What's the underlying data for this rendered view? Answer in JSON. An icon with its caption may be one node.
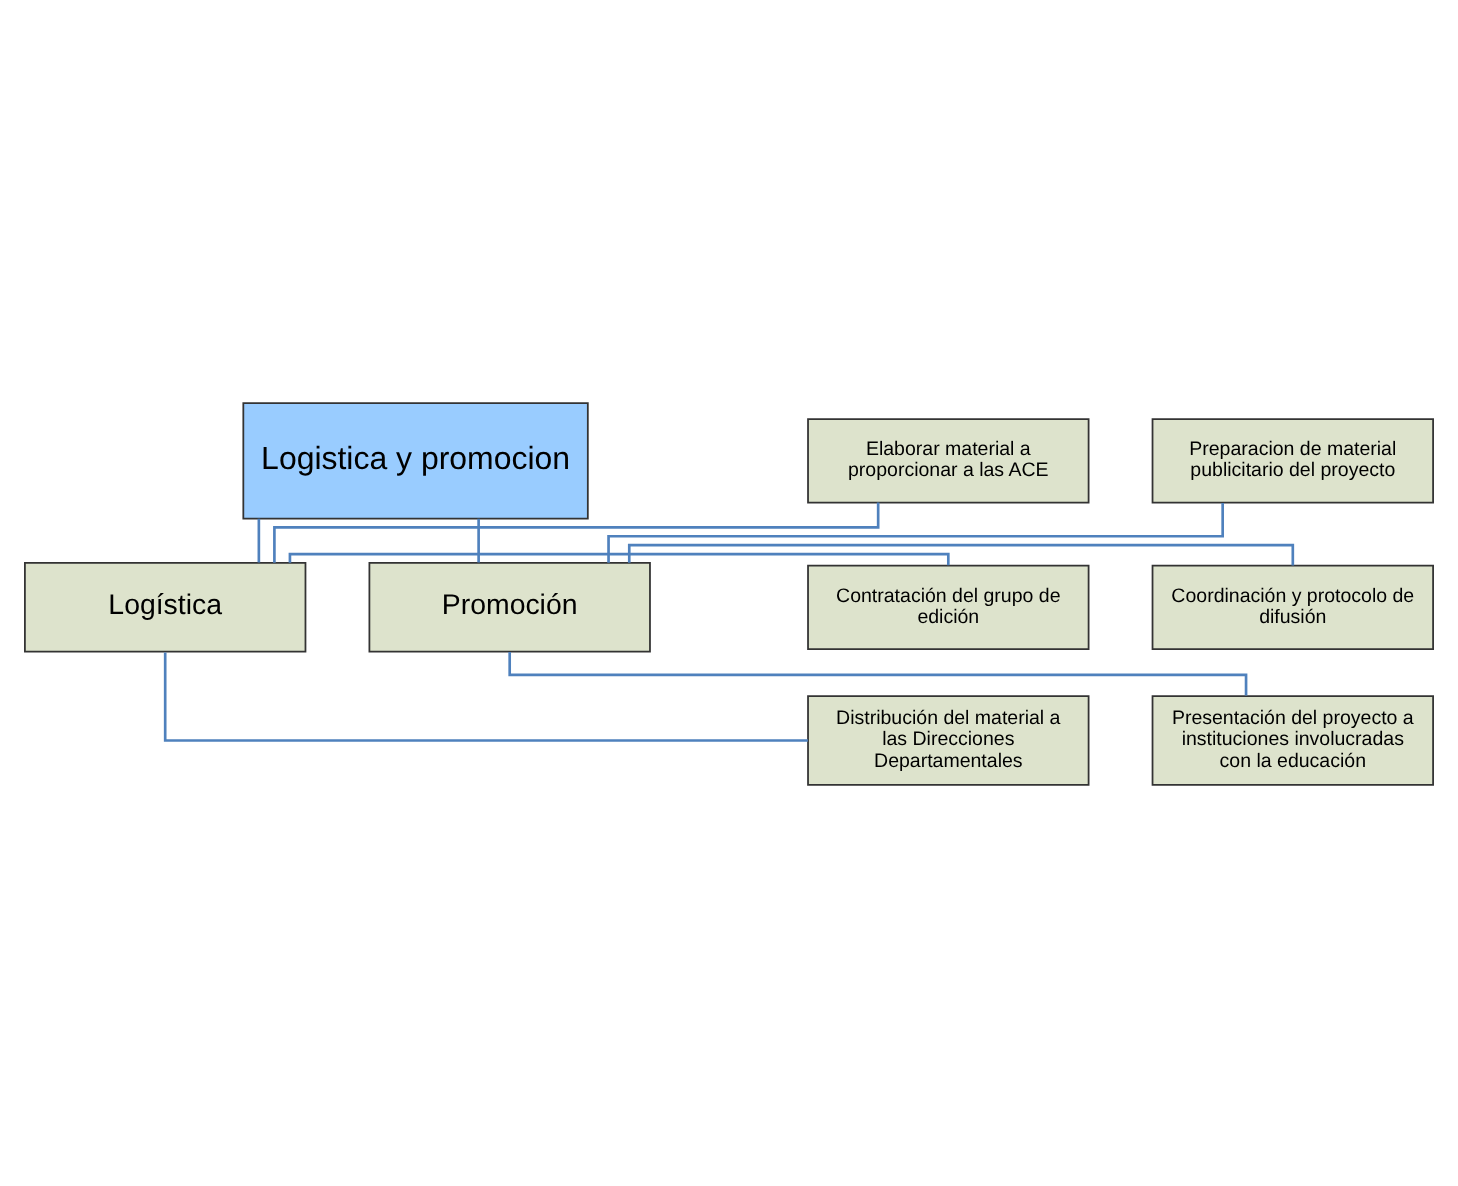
{
  "diagram": {
    "nodes": [
      {
        "text": [
          "Logistica y promocion"
        ]
      },
      {
        "text": [
          "Logística"
        ]
      },
      {
        "text": [
          "Promoción"
        ]
      },
      {
        "text": [
          "Elaborar material a proporcionar a las ACE"
        ]
      },
      {
        "text": [
          "Contratación del grupo de edición"
        ]
      },
      {
        "text": [
          "Distribución del material a las Direcciones Departamentales"
        ]
      },
      {
        "text": [
          "Preparacion de material publicitario del proyecto"
        ]
      },
      {
        "text": [
          "Coordinación y protocolo de difusión"
        ]
      },
      {
        "text": [
          "Presentación del proyecto a instituciones involucradas con la educación"
        ]
      }
    ],
    "edges": [
      {
        "from": 0,
        "to": 1,
        "arrow": "none"
      },
      {
        "from": 0,
        "to": 2,
        "arrow": "none"
      },
      {
        "from": 1,
        "to": 3,
        "arrow": "none"
      },
      {
        "from": 1,
        "to": 4,
        "arrow": "none"
      },
      {
        "from": 1,
        "to": 5,
        "arrow": "none"
      },
      {
        "from": 2,
        "to": 6,
        "arrow": "none"
      },
      {
        "from": 2,
        "to": 7,
        "arrow": "none"
      },
      {
        "from": 2,
        "to": 8,
        "arrow": "none"
      }
    ]
  }
}
